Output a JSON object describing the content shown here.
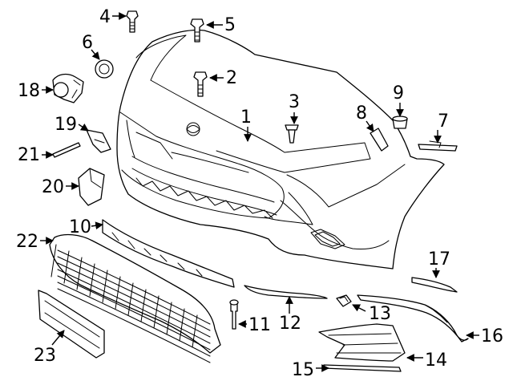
{
  "diagram": {
    "callouts": [
      {
        "id": "1",
        "label": "1",
        "part": "bumper-cover"
      },
      {
        "id": "2",
        "label": "2",
        "part": "bolt"
      },
      {
        "id": "3",
        "label": "3",
        "part": "push-clip"
      },
      {
        "id": "4",
        "label": "4",
        "part": "bolt"
      },
      {
        "id": "5",
        "label": "5",
        "part": "bolt"
      },
      {
        "id": "6",
        "label": "6",
        "part": "grommet"
      },
      {
        "id": "7",
        "label": "7",
        "part": "bracket"
      },
      {
        "id": "8",
        "label": "8",
        "part": "insert"
      },
      {
        "id": "9",
        "label": "9",
        "part": "plug"
      },
      {
        "id": "10",
        "label": "10",
        "part": "lower-molding"
      },
      {
        "id": "11",
        "label": "11",
        "part": "rivet"
      },
      {
        "id": "12",
        "label": "12",
        "part": "center-trim"
      },
      {
        "id": "13",
        "label": "13",
        "part": "nut"
      },
      {
        "id": "14",
        "label": "14",
        "part": "side-grille"
      },
      {
        "id": "15",
        "label": "15",
        "part": "side-trim"
      },
      {
        "id": "16",
        "label": "16",
        "part": "side-molding"
      },
      {
        "id": "17",
        "label": "17",
        "part": "trim-strip"
      },
      {
        "id": "18",
        "label": "18",
        "part": "sensor"
      },
      {
        "id": "19",
        "label": "19",
        "part": "bracket"
      },
      {
        "id": "20",
        "label": "20",
        "part": "bracket"
      },
      {
        "id": "21",
        "label": "21",
        "part": "pin"
      },
      {
        "id": "22",
        "label": "22",
        "part": "lower-grille"
      },
      {
        "id": "23",
        "label": "23",
        "part": "grille-insert"
      }
    ]
  }
}
